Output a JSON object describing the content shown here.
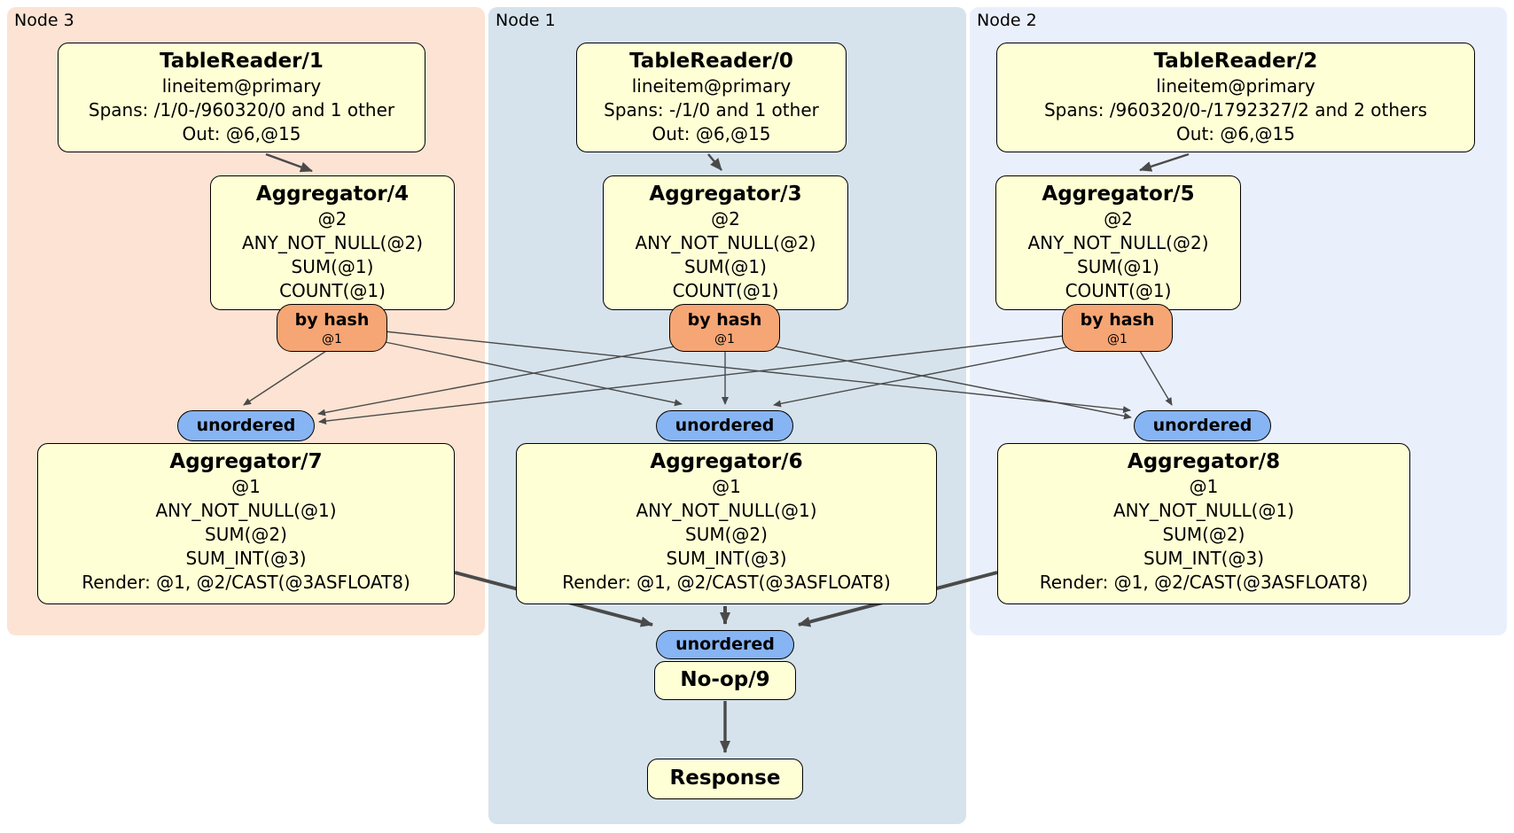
{
  "regions": [
    {
      "label": "Node 3"
    },
    {
      "label": "Node 1"
    },
    {
      "label": "Node 2"
    }
  ],
  "tablereaders": [
    {
      "title": "TableReader/1",
      "lines": [
        "lineitem@primary",
        "Spans: /1/0-/960320/0 and 1 other",
        "Out: @6,@15"
      ]
    },
    {
      "title": "TableReader/0",
      "lines": [
        "lineitem@primary",
        "Spans: -/1/0 and 1 other",
        "Out: @6,@15"
      ]
    },
    {
      "title": "TableReader/2",
      "lines": [
        "lineitem@primary",
        "Spans: /960320/0-/1792327/2 and 2 others",
        "Out: @6,@15"
      ]
    }
  ],
  "aggs_upper": [
    {
      "title": "Aggregator/4",
      "lines": [
        "@2",
        "ANY_NOT_NULL(@2)",
        "SUM(@1)",
        "COUNT(@1)"
      ]
    },
    {
      "title": "Aggregator/3",
      "lines": [
        "@2",
        "ANY_NOT_NULL(@2)",
        "SUM(@1)",
        "COUNT(@1)"
      ]
    },
    {
      "title": "Aggregator/5",
      "lines": [
        "@2",
        "ANY_NOT_NULL(@2)",
        "SUM(@1)",
        "COUNT(@1)"
      ]
    }
  ],
  "routers": [
    {
      "label": "by hash",
      "key": "@1"
    },
    {
      "label": "by hash",
      "key": "@1"
    },
    {
      "label": "by hash",
      "key": "@1"
    }
  ],
  "syncs": [
    {
      "label": "unordered"
    },
    {
      "label": "unordered"
    },
    {
      "label": "unordered"
    },
    {
      "label": "unordered"
    }
  ],
  "aggs_lower": [
    {
      "title": "Aggregator/7",
      "lines": [
        "@1",
        "ANY_NOT_NULL(@1)",
        "SUM(@2)",
        "SUM_INT(@3)",
        "Render: @1, @2/CAST(@3ASFLOAT8)"
      ]
    },
    {
      "title": "Aggregator/6",
      "lines": [
        "@1",
        "ANY_NOT_NULL(@1)",
        "SUM(@2)",
        "SUM_INT(@3)",
        "Render: @1, @2/CAST(@3ASFLOAT8)"
      ]
    },
    {
      "title": "Aggregator/8",
      "lines": [
        "@1",
        "ANY_NOT_NULL(@1)",
        "SUM(@2)",
        "SUM_INT(@3)",
        "Render: @1, @2/CAST(@3ASFLOAT8)"
      ]
    }
  ],
  "noop": {
    "title": "No-op/9"
  },
  "response": {
    "title": "Response"
  },
  "colors": {
    "region_node3": "#fce3d3",
    "region_node1": "#d6e3ec",
    "region_node2": "#eaf0fb",
    "processor_fill": "#ffffd6",
    "router_fill": "#f6a674",
    "sync_fill": "#87b4f3",
    "edge": "#4a4a4a",
    "border": "#000000"
  }
}
